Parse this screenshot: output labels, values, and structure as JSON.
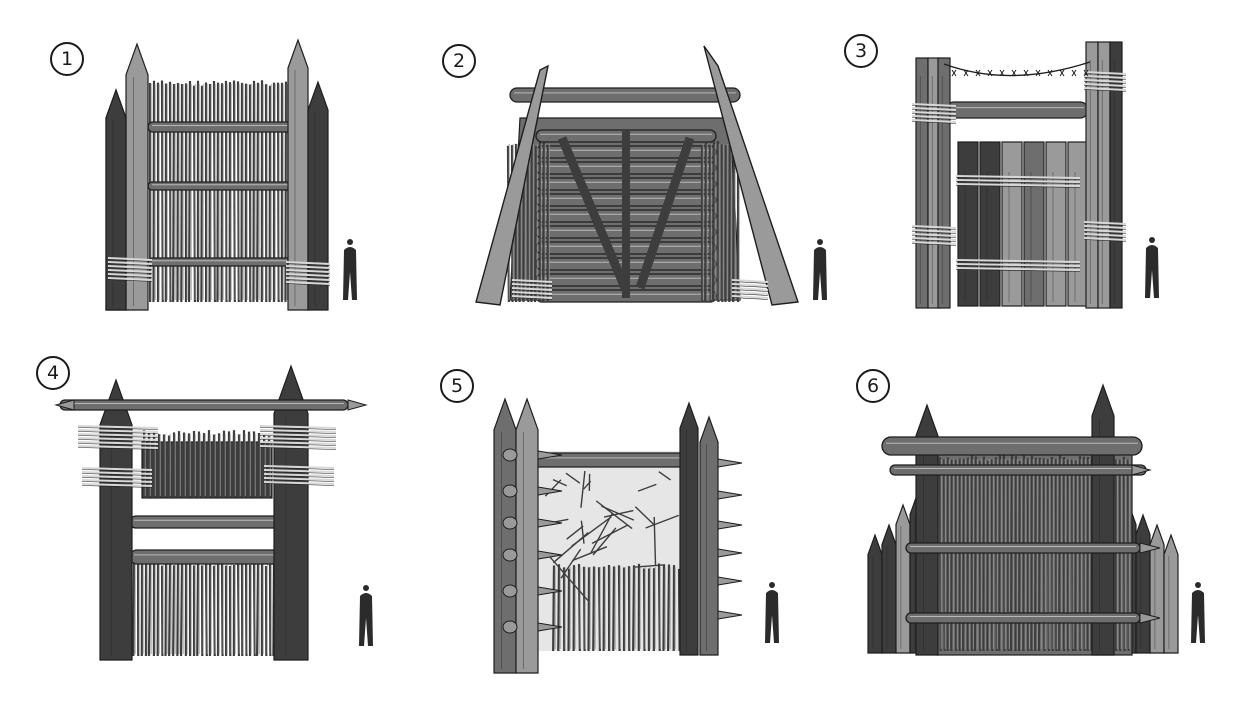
{
  "sheet": {
    "palette": {
      "wood_light": "#9a9a9a",
      "wood_mid": "#6e6e6e",
      "wood_dark": "#3d3d3d",
      "ink": "#1e1e1e",
      "rope": "#d8d8d8",
      "figure": "#2b2b2b"
    },
    "panels": [
      {
        "label": "1",
        "icon": "palisade-gate-sketch",
        "figure_icon": "scale-figure-icon"
      },
      {
        "label": "2",
        "icon": "a-frame-gate-sketch",
        "figure_icon": "scale-figure-icon"
      },
      {
        "label": "3",
        "icon": "barbed-wire-gate-sketch",
        "figure_icon": "scale-figure-icon"
      },
      {
        "label": "4",
        "icon": "watchtower-gate-sketch",
        "figure_icon": "scale-figure-icon"
      },
      {
        "label": "5",
        "icon": "spiked-gate-sketch",
        "figure_icon": "scale-figure-icon"
      },
      {
        "label": "6",
        "icon": "log-wall-gate-sketch",
        "figure_icon": "scale-figure-icon"
      }
    ]
  }
}
